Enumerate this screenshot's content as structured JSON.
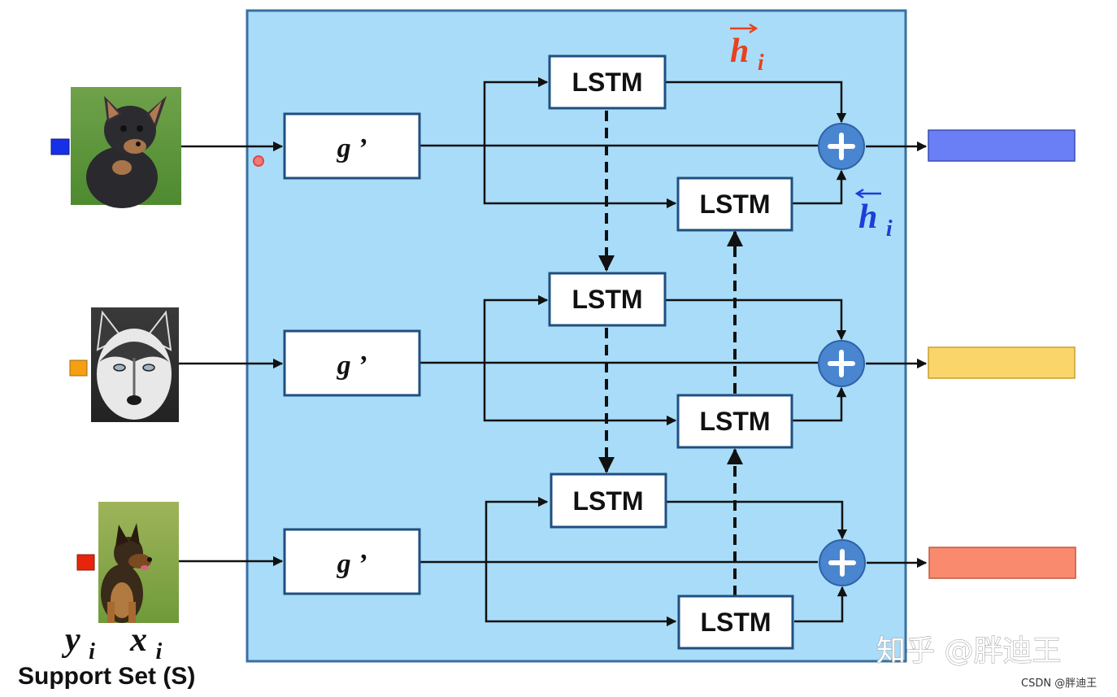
{
  "diagram": {
    "lstm_label": "LSTM",
    "g_label": "g ’",
    "forward_hidden": {
      "base": "h",
      "sub": "i",
      "color": "#e8421c"
    },
    "backward_hidden": {
      "base": "h",
      "sub": "i",
      "color": "#1b3fd8"
    },
    "y_label": {
      "base": "y",
      "sub": "i"
    },
    "x_label": {
      "base": "x",
      "sub": "i"
    },
    "support_set_label": "Support Set (S)",
    "rows": [
      {
        "image": "chihuahua-photo",
        "label_color": "#1630e8",
        "output_color": "#6a7ef5"
      },
      {
        "image": "husky-photo",
        "label_color": "#f5a010",
        "output_color": "#fad66a"
      },
      {
        "image": "german-shepherd-photo",
        "label_color": "#e8240c",
        "output_color": "#fa8a6e"
      }
    ],
    "panel_color": "#a9dcf8",
    "plus_node_color": "#4a86d0"
  },
  "watermark": {
    "zhihu": "知乎 @胖迪王",
    "csdn": "CSDN @胖迪王"
  }
}
